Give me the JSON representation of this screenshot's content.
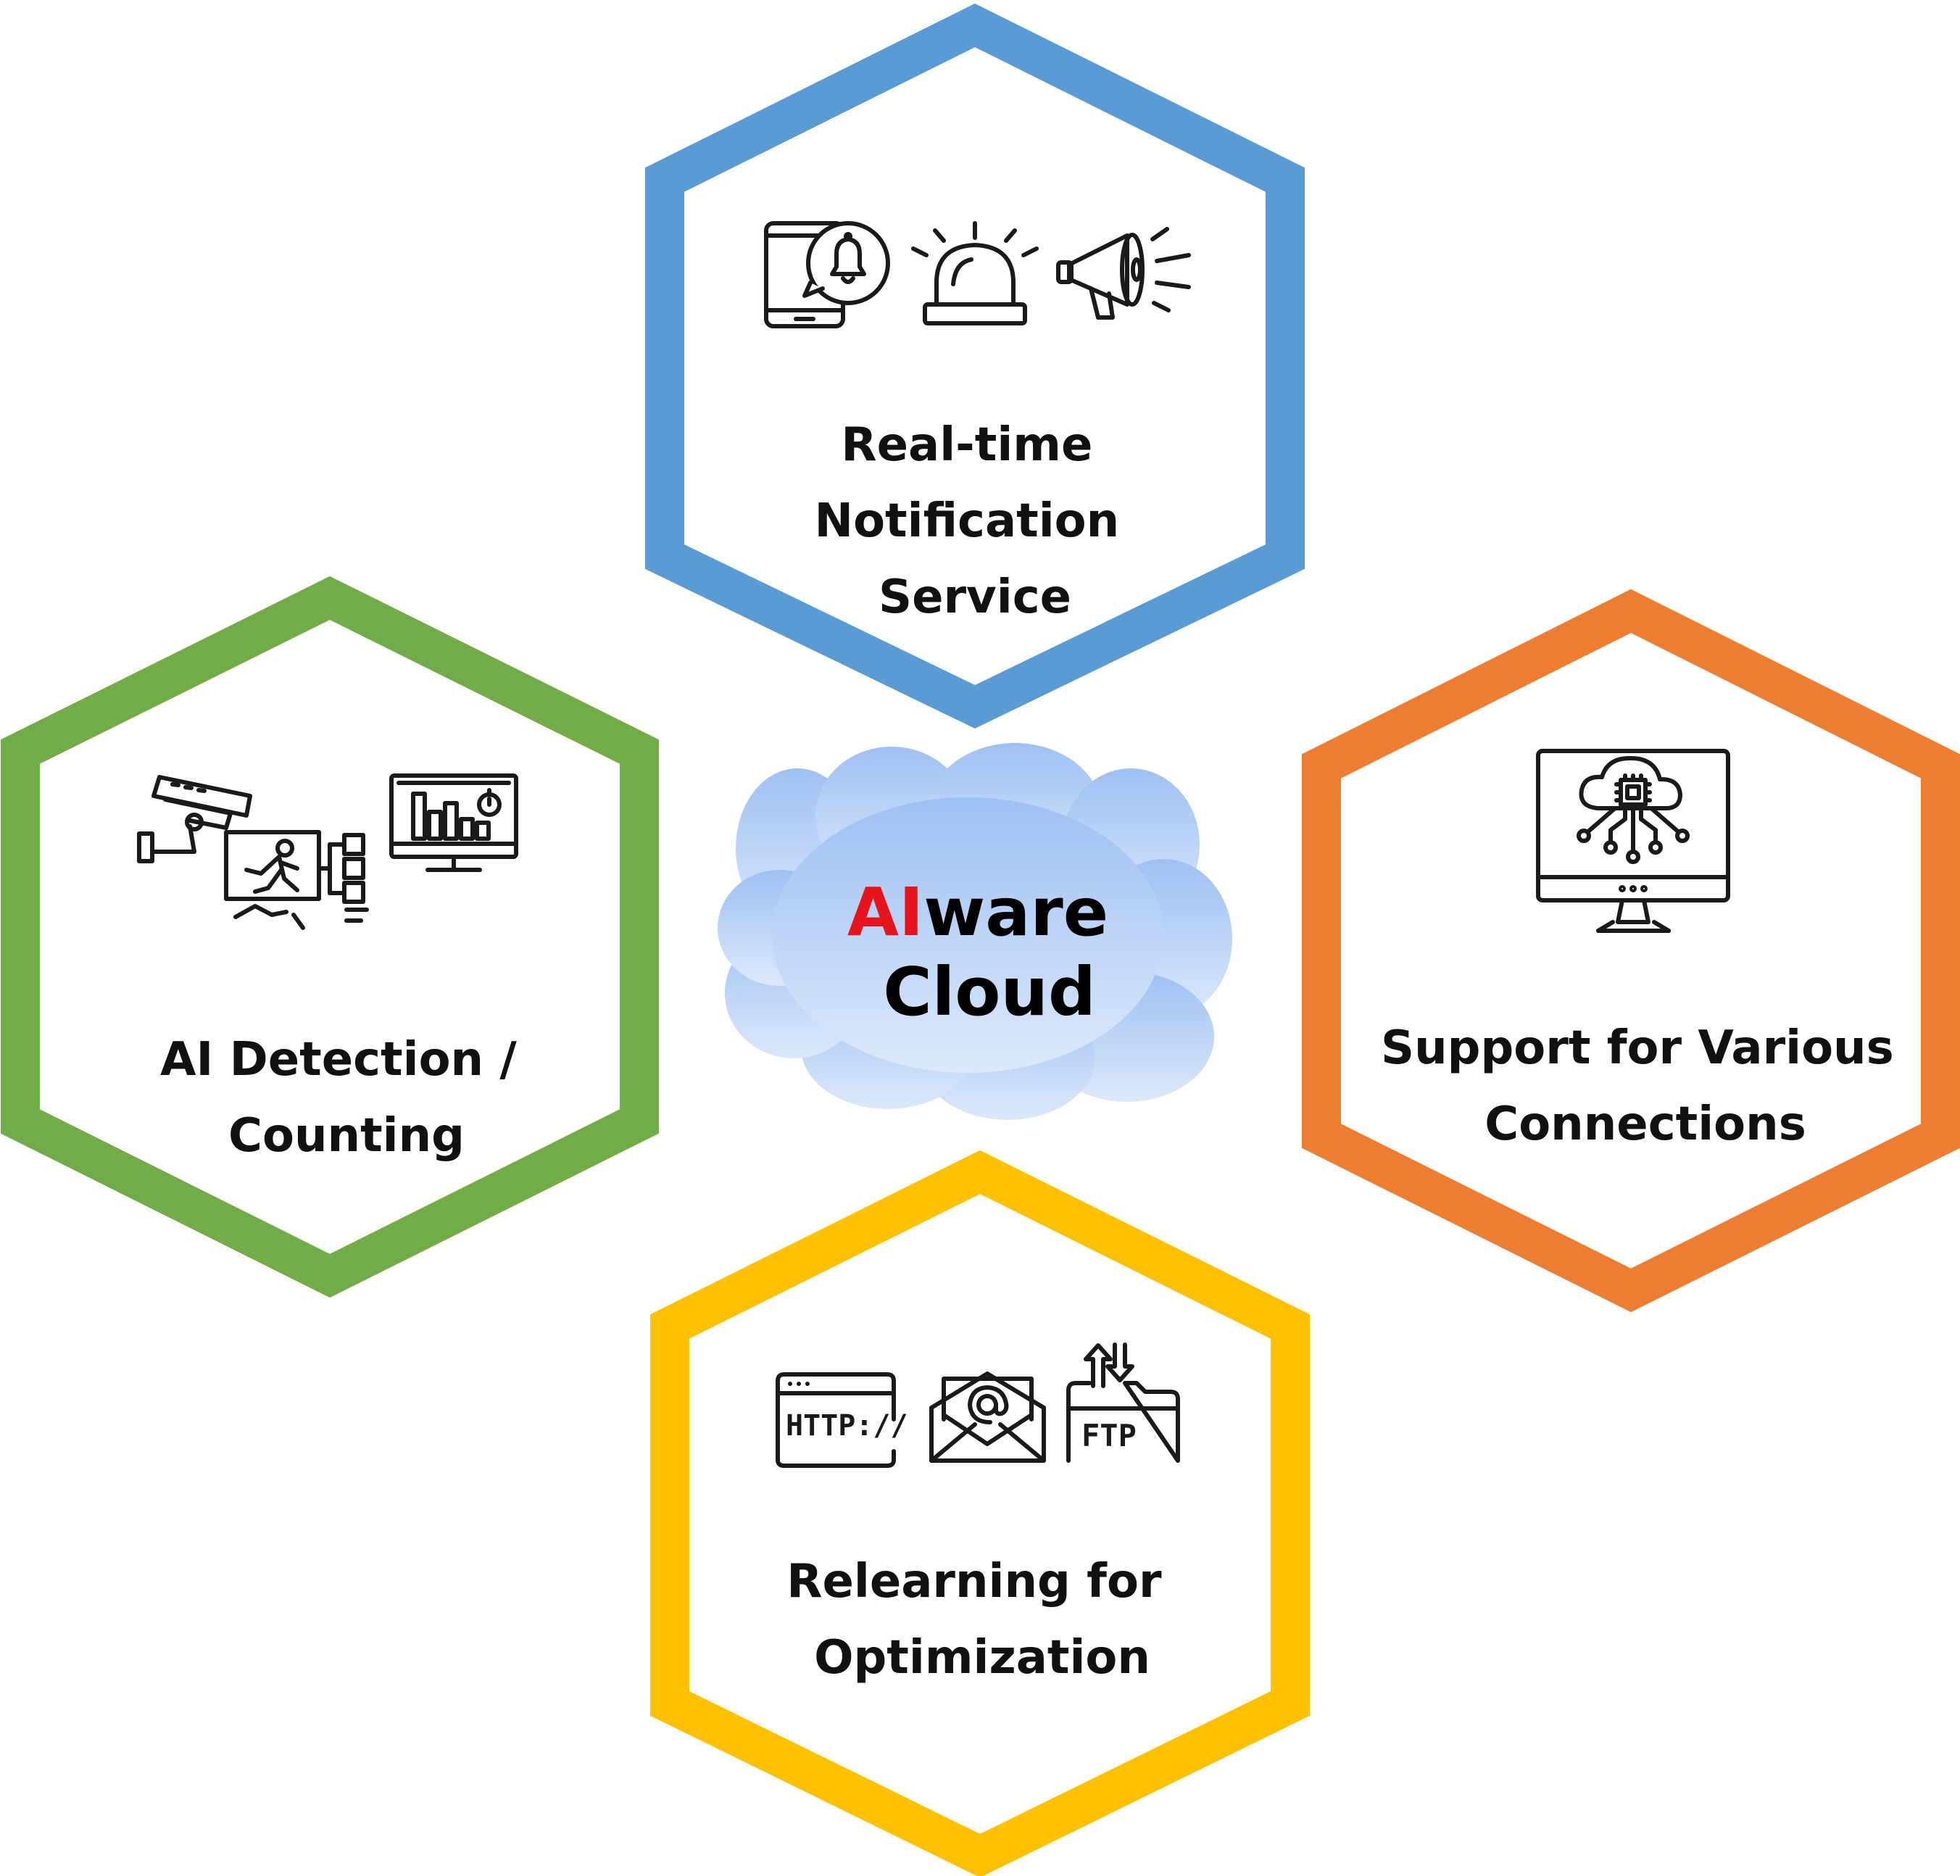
{
  "center": {
    "accent_part": "AI",
    "rest_part": "ware",
    "line2": "Cloud",
    "accent_color": "#e8141b",
    "cloud_color_top": "#9ec0f2",
    "cloud_color_bottom": "#dce9fb"
  },
  "hexagons": {
    "notification": {
      "color": "#5b9bd5",
      "lines": [
        "Real-time",
        "Notification",
        "Service"
      ],
      "icons": [
        "phone-notification-icon",
        "siren-icon",
        "megaphone-icon"
      ]
    },
    "detection": {
      "color": "#70ad47",
      "lines": [
        "AI Detection /",
        "Counting"
      ],
      "icons": [
        "cctv-camera-icon",
        "person-detection-icon",
        "monitor-chart-icon"
      ]
    },
    "connections": {
      "color": "#ed7d31",
      "lines": [
        "Support for Various",
        "Connections"
      ],
      "icons": [
        "cloud-computing-monitor-icon"
      ]
    },
    "relearning": {
      "color": "#ffc000",
      "lines": [
        "Relearning for",
        "Optimization"
      ],
      "icons": [
        "http-browser-icon",
        "email-icon",
        "ftp-folder-icon"
      ],
      "icon_texts": {
        "http": "HTTP://",
        "ftp": "FTP"
      }
    }
  }
}
